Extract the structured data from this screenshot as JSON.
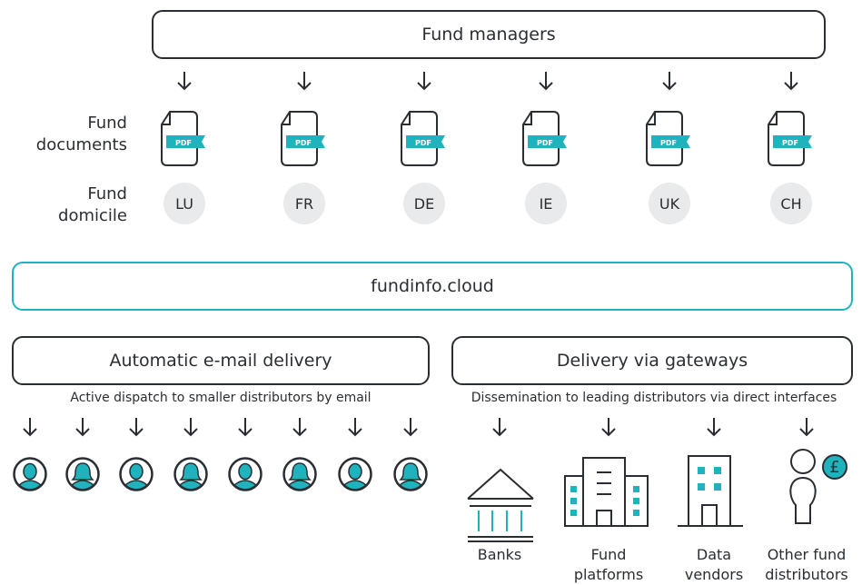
{
  "top": {
    "fund_managers": "Fund managers"
  },
  "labels": {
    "fund_documents": "Fund\ndocuments",
    "fund_domicile": "Fund\ndomicile"
  },
  "pdf_badge": "PDF",
  "domiciles": [
    "LU",
    "FR",
    "DE",
    "IE",
    "UK",
    "CH"
  ],
  "platform": {
    "name": "fundinfo.cloud"
  },
  "email": {
    "title": "Automatic e-mail delivery",
    "subtitle": "Active dispatch to smaller distributors by email"
  },
  "gateways": {
    "title": "Delivery via gateways",
    "subtitle": "Dissemination to leading distributors via direct interfaces",
    "targets": [
      "Banks",
      "Fund\nplatforms",
      "Data\nvendors",
      "Other fund\ndistributors"
    ]
  },
  "pound_symbol": "£",
  "colors": {
    "accent": "#1fb4bd",
    "stroke": "#2a2e33",
    "domicile_bg": "#e8eaeb"
  }
}
